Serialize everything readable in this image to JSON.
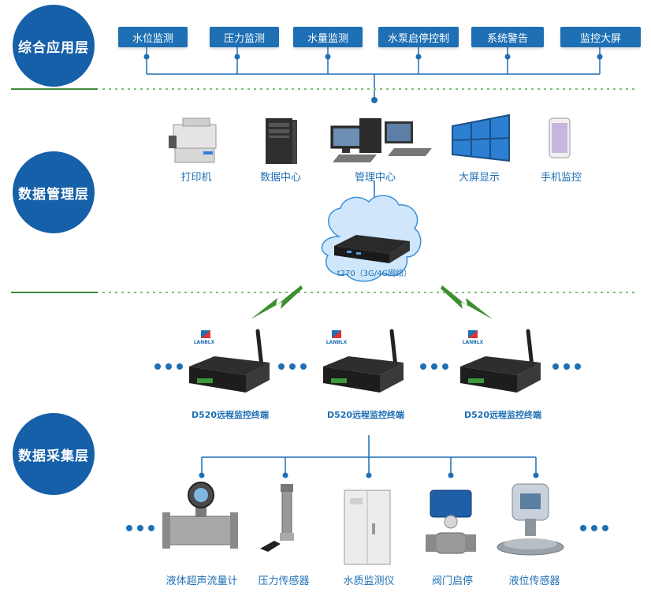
{
  "layers": {
    "application": "综合应用层",
    "management": "数据管理层",
    "collection": "数据采集层"
  },
  "app_buttons": [
    "水位监测",
    "压力监测",
    "水量监测",
    "水泵启停控制",
    "系统警告",
    "监控大屏"
  ],
  "management_devices": [
    "打印机",
    "数据中心",
    "管理中心",
    "大屏显示",
    "手机监控"
  ],
  "gateway_label": "t270（3G/4G网络）",
  "terminals": [
    "D520远程监控终端",
    "D520远程监控终端",
    "D520远程监控终端"
  ],
  "terminal_logo": "LANBLX",
  "sensors": [
    "液体超声流量计",
    "压力传感器",
    "水质监测仪",
    "阀门启停",
    "液位传感器"
  ],
  "colors": {
    "primary": "#1560a8",
    "button": "#1e6fb4",
    "line_green": "#3a8a3a",
    "dot_green": "#7cc07c"
  }
}
